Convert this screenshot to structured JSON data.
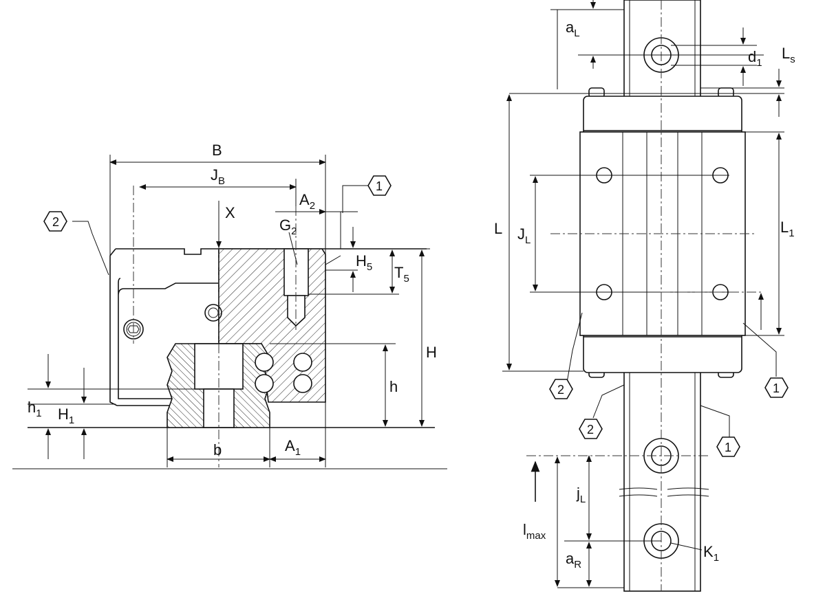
{
  "left_view": {
    "B": {
      "main": "B"
    },
    "JB": {
      "main": "J",
      "sub": "B"
    },
    "A2": {
      "main": "A",
      "sub": "2"
    },
    "X": {
      "main": "X"
    },
    "G2": {
      "main": "G",
      "sub": "2"
    },
    "H5": {
      "main": "H",
      "sub": "5"
    },
    "T5": {
      "main": "T",
      "sub": "5"
    },
    "H": {
      "main": "H"
    },
    "h": {
      "main": "h"
    },
    "h1": {
      "main": "h",
      "sub": "1"
    },
    "H1": {
      "main": "H",
      "sub": "1"
    },
    "b": {
      "main": "b"
    },
    "A1": {
      "main": "A",
      "sub": "1"
    },
    "callout_1": "1",
    "callout_2": "2"
  },
  "right_view": {
    "aL": {
      "main": "a",
      "sub": "L"
    },
    "d1": {
      "main": "d",
      "sub": "1"
    },
    "Ls": {
      "main": "L",
      "sub": "s"
    },
    "L": {
      "main": "L"
    },
    "JL": {
      "main": "J",
      "sub": "L"
    },
    "L1": {
      "main": "L",
      "sub": "1"
    },
    "jL": {
      "main": "j",
      "sub": "L"
    },
    "lmax": {
      "main": "l",
      "sub": "max"
    },
    "aR": {
      "main": "a",
      "sub": "R"
    },
    "K1": {
      "main": "K",
      "sub": "1"
    },
    "callout_2a": "2",
    "callout_1a": "1",
    "callout_2b": "2",
    "callout_1b": "1"
  }
}
